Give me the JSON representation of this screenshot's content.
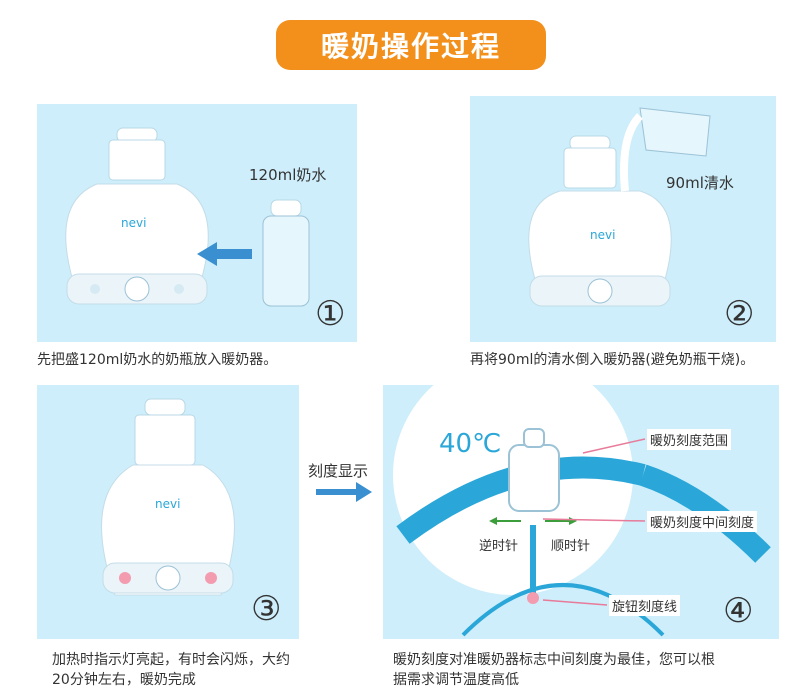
{
  "title": "暖奶操作过程",
  "brand": "nevi",
  "panel1": {
    "label": "120ml奶水",
    "step": "①",
    "caption": "先把盛120ml奶水的奶瓶放入暖奶器。"
  },
  "panel2": {
    "label": "90ml清水",
    "step": "②",
    "caption": "再将90ml的清水倒入暖奶器(避免奶瓶干烧)。"
  },
  "panel3": {
    "step": "③",
    "caption_line1": "加热时指示灯亮起，有时会闪烁，大约",
    "caption_line2": "20分钟左右，暖奶完成"
  },
  "middle": {
    "label": "刻度显示"
  },
  "panel4": {
    "temp": "40℃",
    "range_label": "暖奶刻度范围",
    "center_label": "暖奶刻度中间刻度",
    "ccw_label": "逆时针",
    "cw_label": "顺时针",
    "knob_line_label": "旋钮刻度线",
    "step": "④",
    "caption_line1": "暖奶刻度对准暖奶器标志中间刻度为最佳，您可以根",
    "caption_line2": "据需求调节温度高低"
  },
  "colors": {
    "accent": "#f3901c",
    "panel_bg": "#cdeefa",
    "blue": "#2aa7d8",
    "arrow": "#3a8fd0"
  }
}
